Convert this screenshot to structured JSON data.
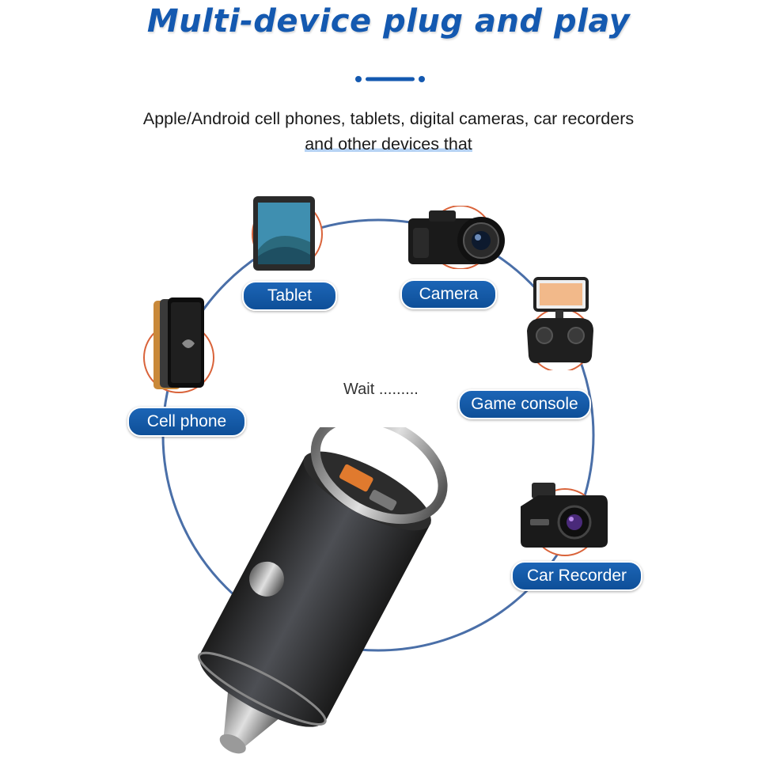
{
  "title": "Multi-device plug and play",
  "subtitle": {
    "line1": "Apple/Android cell phones, tablets, digital cameras, car recorders",
    "line2": "and other devices that"
  },
  "devices": {
    "tablet": "Tablet",
    "camera": "Camera",
    "cell_phone": "Cell phone",
    "game_console": "Game console",
    "car_recorder": "Car Recorder"
  },
  "wait_text": "Wait .........",
  "colors": {
    "brand_blue": "#1459b0",
    "pill_blue": "#0e4f98",
    "ring_blue": "#4a6fa8",
    "orange_circle": "#d9633a"
  },
  "icons": [
    "tablet-icon",
    "camera-icon",
    "phone-icon",
    "game-controller-icon",
    "dashcam-icon",
    "car-charger-image"
  ]
}
